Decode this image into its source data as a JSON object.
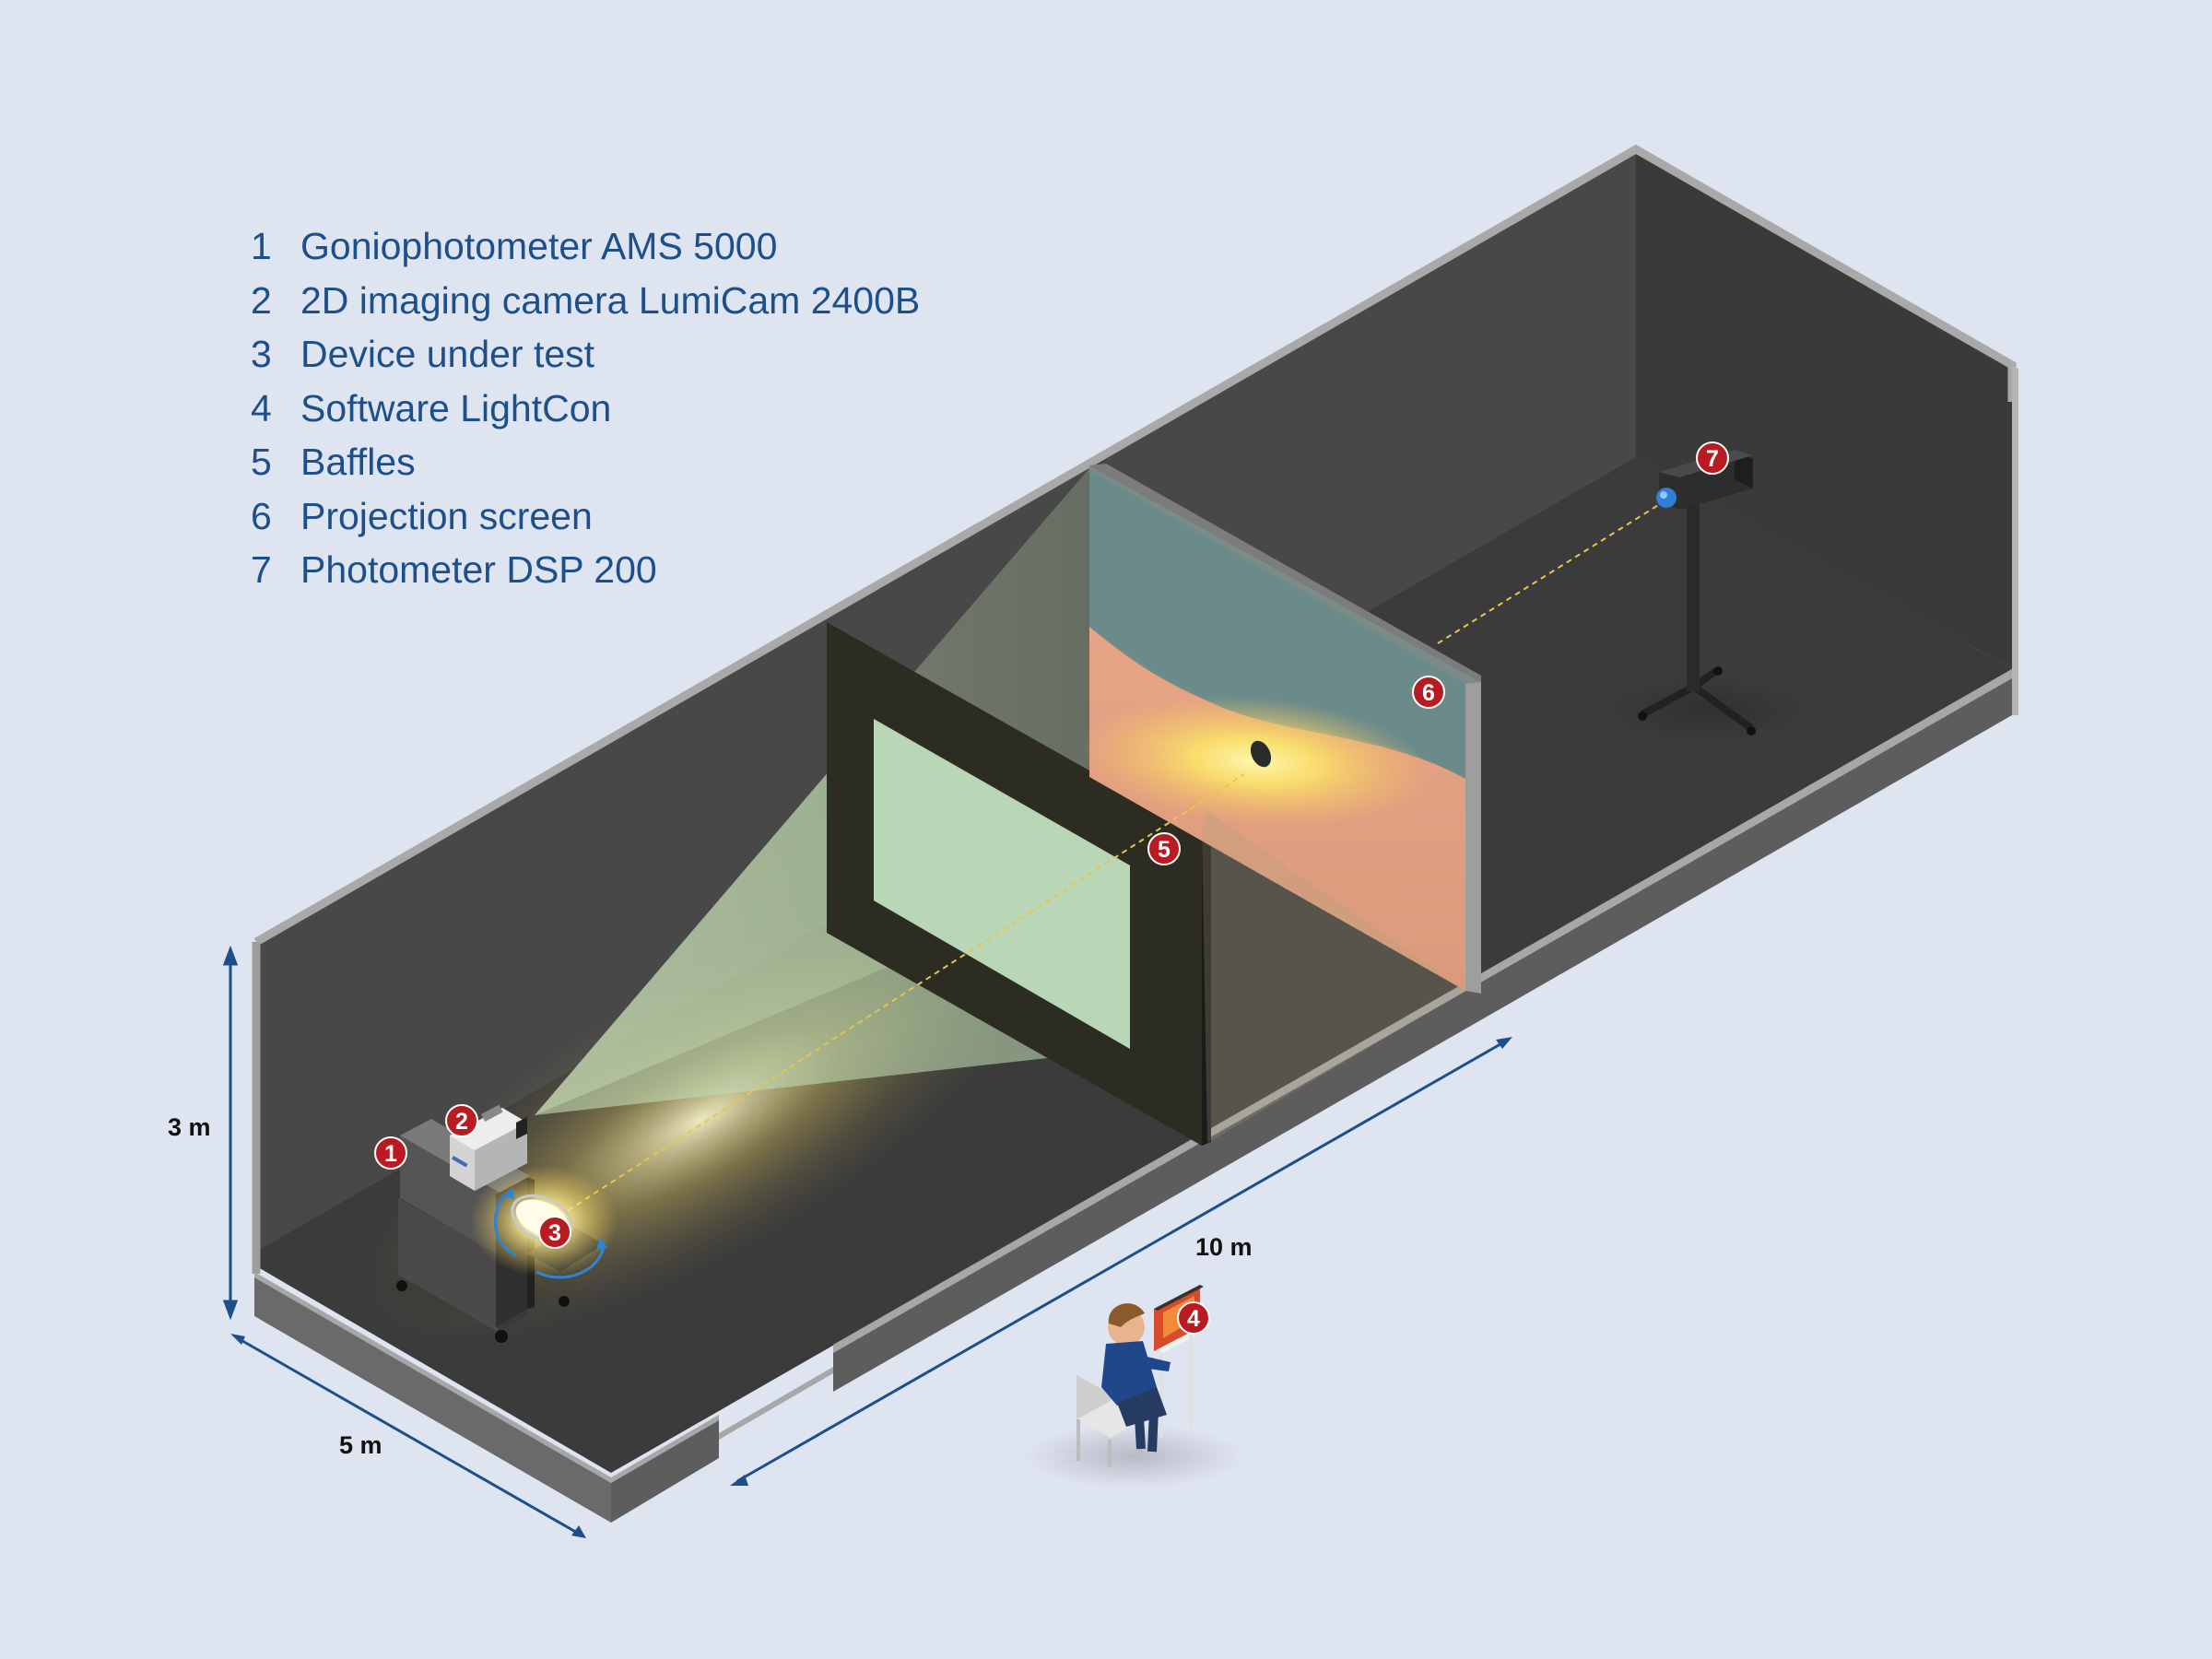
{
  "legend": [
    {
      "num": "1",
      "label": "Goniophotometer AMS 5000"
    },
    {
      "num": "2",
      "label": "2D imaging camera LumiCam 2400B"
    },
    {
      "num": "3",
      "label": "Device under test"
    },
    {
      "num": "4",
      "label": "Software LightCon"
    },
    {
      "num": "5",
      "label": "Baffles"
    },
    {
      "num": "6",
      "label": "Projection screen"
    },
    {
      "num": "7",
      "label": "Photometer DSP 200"
    }
  ],
  "dimensions": {
    "height": "3 m",
    "width": "5 m",
    "length": "10 m"
  },
  "badges": [
    "1",
    "2",
    "3",
    "4",
    "5",
    "6",
    "7"
  ],
  "colors": {
    "background": "#dfe4f1",
    "legend_text": "#1d4f8a",
    "badge": "#b81c22",
    "dimension_arrow": "#1d4f8a",
    "room_wall": "#3f3f3f",
    "beam": "#b9e8c6",
    "screen_upper": "#6e8c8a",
    "screen_lower": "#e2a083"
  }
}
